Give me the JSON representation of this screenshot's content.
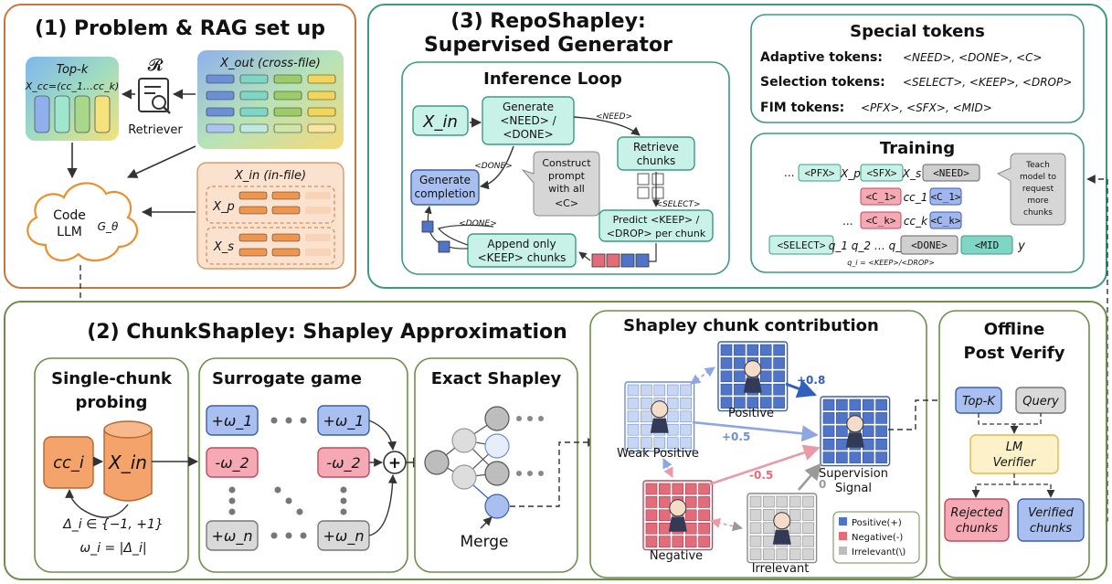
{
  "panel1": {
    "title": "(1) Problem & RAG set up",
    "topk_title": "Top-k",
    "topk_formula": "X_cc=(cc_1…cc_k)",
    "r_symbol": "𝓡",
    "retriever_label": "Retriever",
    "xout_label": "X_out (cross-file)",
    "xin_label": "X_in (in-file)",
    "xp_label": "X_p",
    "xs_label": "X_s",
    "llm_line1": "Code",
    "llm_line2": "LLM",
    "llm_symbol": "G_θ"
  },
  "panel3": {
    "title_line1": "(3) RepoShapley:",
    "title_line2": "Supervised Generator",
    "loop_title": "Inference Loop",
    "xin": "X_in",
    "generate_line1": "Generate",
    "generate_line2": "<NEED> /",
    "generate_line3": "<DONE>",
    "need_edge": "<NEED>",
    "done_edge": "<DONE>",
    "retrieve_line1": "Retrieve",
    "retrieve_line2": "chunks",
    "construct_line1": "Construct",
    "construct_line2": "prompt",
    "construct_line3": "with all",
    "construct_line4": "<C>",
    "select_edge": "<SELECT>",
    "predict_line1": "Predict <KEEP> /",
    "predict_line2": "<DROP> per chunk",
    "completion_line1": "Generate",
    "completion_line2": "completion",
    "done_edge2": "<DONE>",
    "append_line1": "Append only",
    "append_line2": "<KEEP> chunks"
  },
  "special_tokens": {
    "title": "Special tokens",
    "adaptive_label": "Adaptive tokens:",
    "adaptive_values": "<NEED>, <DONE>, <C>",
    "selection_label": "Selection tokens:",
    "selection_values": "<SELECT>, <KEEP>, <DROP>",
    "fim_label": "FIM tokens:",
    "fim_values": "<PFX>, <SFX>, <MID>"
  },
  "training": {
    "title": "Training",
    "ellipsis": "...",
    "pfx": "<PFX>",
    "xp": "X_p",
    "sfx": "<SFX>",
    "xs": "X_s",
    "need": "<NEED>",
    "c1a": "<C_1>",
    "cc1": "cc_1",
    "c1b": "<C_1>",
    "ellipsis2": "...",
    "cka": "<C_k>",
    "cck": "cc_k",
    "ckb": "<C_k>",
    "select": "<SELECT>",
    "qs": "q_1 q_2 … q_k",
    "done": "<DONE>",
    "mid": "<MID",
    "y": "y",
    "qnote": "q_i = <KEEP>/<DROP>",
    "callout_line1": "Teach",
    "callout_line2": "model to",
    "callout_line3": "request",
    "callout_line4": "more",
    "callout_line5": "chunks"
  },
  "panel2": {
    "title": "(2) ChunkShapley: Shapley Approximation",
    "probe_title_line1": "Single-chunk",
    "probe_title_line2": "probing",
    "cc_label": "cc_i",
    "xin_label": "X_in",
    "delta_eq": "Δ_i ∈ {−1, +1}",
    "omega_eq": "ω_i = |Δ_i|",
    "surrogate_title": "Surrogate game",
    "w1": "+ω_1",
    "w2": "-ω_2",
    "wn": "+ω_n",
    "w1b": "+ω_1",
    "w2b": "-ω_2",
    "wnb": "+ω_n",
    "plus": "+",
    "exact_title": "Exact Shapley",
    "merge_label": "Merge",
    "contrib_title": "Shapley chunk contribution",
    "positive_label": "Positive",
    "weak_label": "Weak Positive",
    "negative_label": "Negative",
    "irrelevant_label": "Irrelevant",
    "supervision_line1": "Supervision",
    "supervision_line2": "Signal",
    "val_p08": "+0.8",
    "val_p05": "+0.5",
    "val_m05": "-0.5",
    "val_0": "0",
    "legend_pos": "Positive(+)",
    "legend_neg": "Negative(-)",
    "legend_irr": "Irrelevant(\\)",
    "offline_line1": "Offline",
    "offline_line2": "Post Verify",
    "topk_btn": "Top-K",
    "query_btn": "Query",
    "verifier_line1": "LM",
    "verifier_line2": "Verifier",
    "rejected_line1": "Rejected",
    "rejected_line2": "chunks",
    "verified_line1": "Verified",
    "verified_line2": "chunks"
  },
  "colors": {
    "orange_border": "#c8773a",
    "teal_border": "#3a9a86",
    "green_border": "#6b8f4a",
    "blue": "#6d8fd6",
    "red": "#e46b7a",
    "gray": "#bdbdbd",
    "teal_fill": "#c8f1e8",
    "orange_fill": "#f4a36a"
  }
}
